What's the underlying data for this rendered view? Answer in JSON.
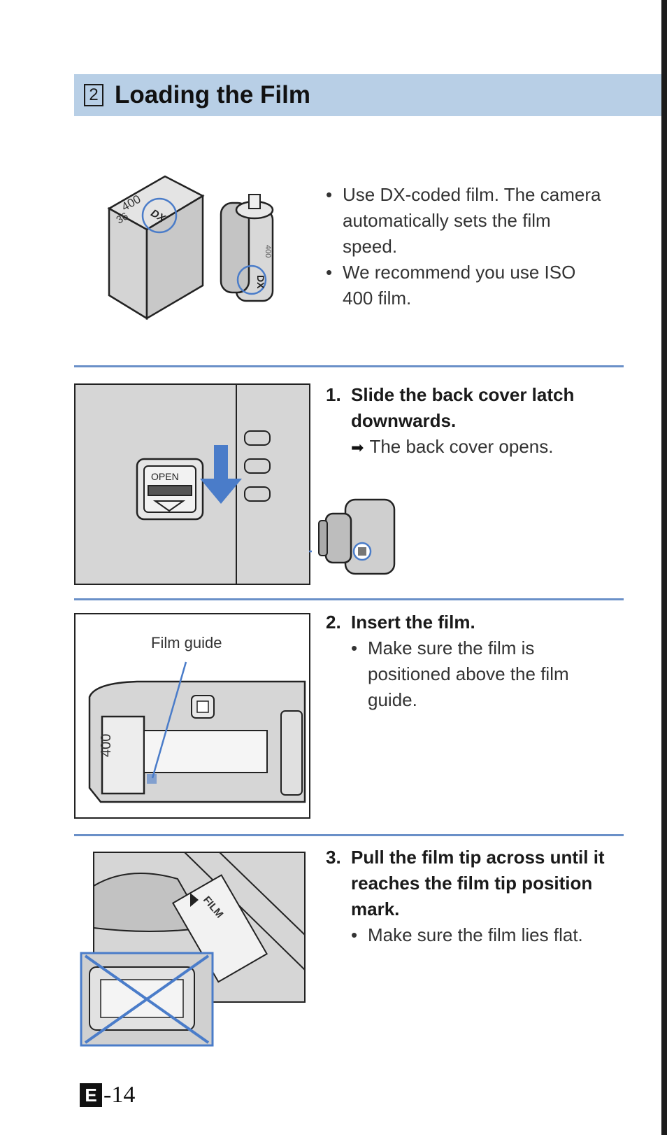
{
  "header": {
    "section_number": "2",
    "title": "Loading the Film"
  },
  "intro": {
    "bullets": [
      "Use DX-coded film. The camera automatically sets the film speed.",
      "We recommend you use ISO 400 film."
    ],
    "figure": {
      "box_labels": [
        "400",
        "36",
        "DX"
      ],
      "cartridge_labels": [
        "400",
        "DX"
      ]
    }
  },
  "steps": [
    {
      "number": "1.",
      "title": "Slide the back cover latch downwards.",
      "result": "The back cover opens.",
      "figure": {
        "latch_label": "OPEN"
      }
    },
    {
      "number": "2.",
      "title": "Insert the film.",
      "bullets": [
        "Make sure the film is positioned above the film guide."
      ],
      "figure": {
        "callout": "Film guide",
        "cartridge_label": "400"
      }
    },
    {
      "number": "3.",
      "title": "Pull the film tip across until it reaches the film tip position mark.",
      "bullets": [
        "Make sure the film lies flat."
      ],
      "figure": {
        "mark_label": "FILM"
      }
    }
  ],
  "footer": {
    "language_badge": "E",
    "page_number": "-14"
  },
  "colors": {
    "header_bg": "#b8cfe6",
    "accent_blue": "#4a7cc9",
    "divider": "#6a90c8",
    "figure_gray": "#d6d6d6"
  },
  "icons": {
    "result_arrow": "arrow-right-icon",
    "latch_arrow": "arrow-down-icon"
  }
}
